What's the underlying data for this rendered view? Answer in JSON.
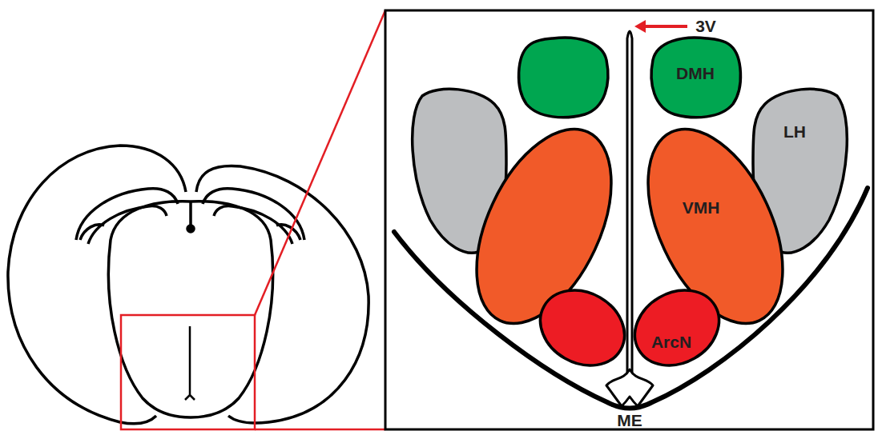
{
  "diagram": {
    "nodes": [
      {
        "text": [
          "DMH"
        ]
      },
      {
        "text": [
          "LH"
        ]
      },
      {
        "text": [
          "VMH"
        ]
      },
      {
        "text": [
          "ArcN"
        ]
      }
    ],
    "labels": [
      "3V",
      "ME"
    ]
  }
}
